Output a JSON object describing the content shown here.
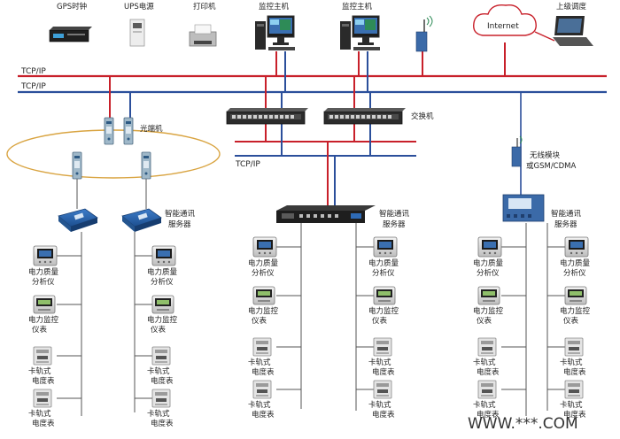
{
  "colors": {
    "bus_red": "#c8202a",
    "bus_blue": "#2b4f9b",
    "tree_gray": "#555555",
    "ring": "#d9a441",
    "watermark": "#333333"
  },
  "top_devices": {
    "gps": "GPS时钟",
    "ups": "UPS电源",
    "printer": "打印机",
    "monitor1": "监控主机",
    "monitor2": "监控主机",
    "dispatch": "上级调度",
    "internet": "Internet"
  },
  "bus": {
    "tcpip_1": "TCP/IP",
    "tcpip_2": "TCP/IP",
    "tcpip_3": "TCP/IP"
  },
  "center_labels": {
    "optical_transceiver": "光端机",
    "switch": "交换机",
    "wireless_line1": "无线模块",
    "wireless_line2": "或GSM/CDMA"
  },
  "servers": {
    "left_line1": "智能通讯",
    "left_line2": "服务器",
    "mid_line1": "智能通讯",
    "mid_line2": "服务器",
    "right_line1": "智能通讯",
    "right_line2": "服务器"
  },
  "meters": {
    "pq1": "电力质量",
    "pq2": "分析仪",
    "mon1": "电力监控",
    "mon2": "仪表",
    "rail1": "卡轨式",
    "rail2": "电度表"
  },
  "watermark": "WWW.***.COM"
}
